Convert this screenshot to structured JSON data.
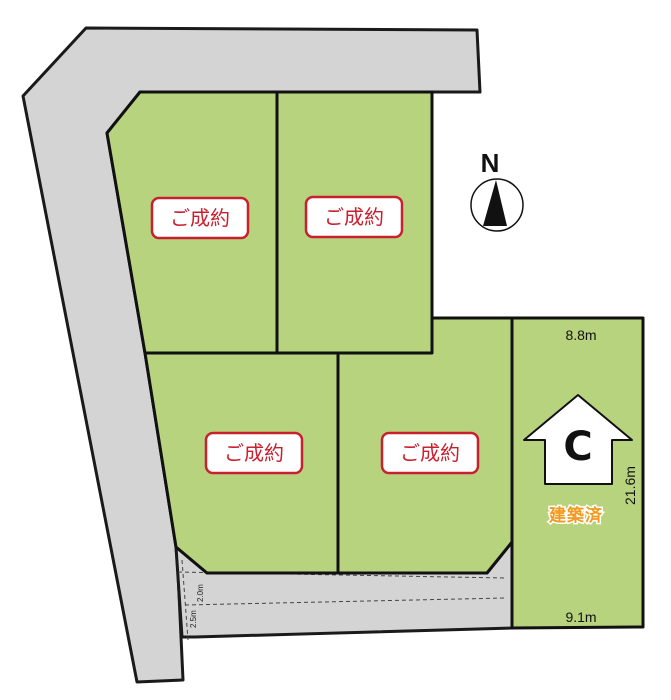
{
  "compass": {
    "label": "N"
  },
  "lots": [
    {
      "id": "lot-1",
      "status": "ご成約"
    },
    {
      "id": "lot-2",
      "status": "ご成約"
    },
    {
      "id": "lot-3",
      "status": "ご成約"
    },
    {
      "id": "lot-4",
      "status": "ご成約"
    },
    {
      "id": "lot-c",
      "name": "C",
      "status": "建築済",
      "dimensions": {
        "top": "8.8m",
        "bottom": "9.1m",
        "depth": "21.6m"
      }
    }
  ],
  "road_widths": {
    "a": "2.5m",
    "b": "2.0m"
  },
  "colors": {
    "lot_fill": "#b8d37e",
    "road_fill": "#d4d4d5",
    "sold_badge": "#c8202f",
    "built_label": "#f39a1e"
  }
}
